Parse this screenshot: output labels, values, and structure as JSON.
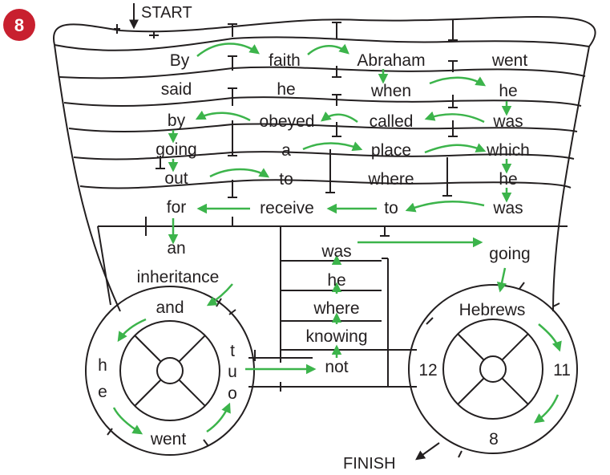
{
  "puzzle": {
    "number": "8",
    "badge_color": "#c8202f",
    "arrow_color": "#3cb44b",
    "start_label": "START",
    "finish_label": "FINISH",
    "words": {
      "by": "By",
      "faith": "faith",
      "abraham": "Abraham",
      "went": "went",
      "said": "said",
      "he1": "he",
      "when": "when",
      "he2": "he",
      "by2": "by",
      "obeyed": "obeyed",
      "called": "called",
      "was1": "was",
      "going1": "going",
      "a": "a",
      "place": "place",
      "which": "which",
      "out": "out",
      "to1": "to",
      "where1": "where",
      "he3": "he",
      "for": "for",
      "receive": "receive",
      "to2": "to",
      "was2": "was",
      "an": "an",
      "inheritance": "inheritance",
      "and": "and",
      "was3": "was",
      "going2": "going",
      "he4": "he",
      "where2": "where",
      "knowing": "knowing",
      "not": "not",
      "h": "h",
      "e": "e",
      "t": "t",
      "u": "u",
      "o": "o",
      "went2": "went",
      "hebrews": "Hebrews",
      "num12": "12",
      "num11": "11",
      "num8": "8"
    }
  }
}
